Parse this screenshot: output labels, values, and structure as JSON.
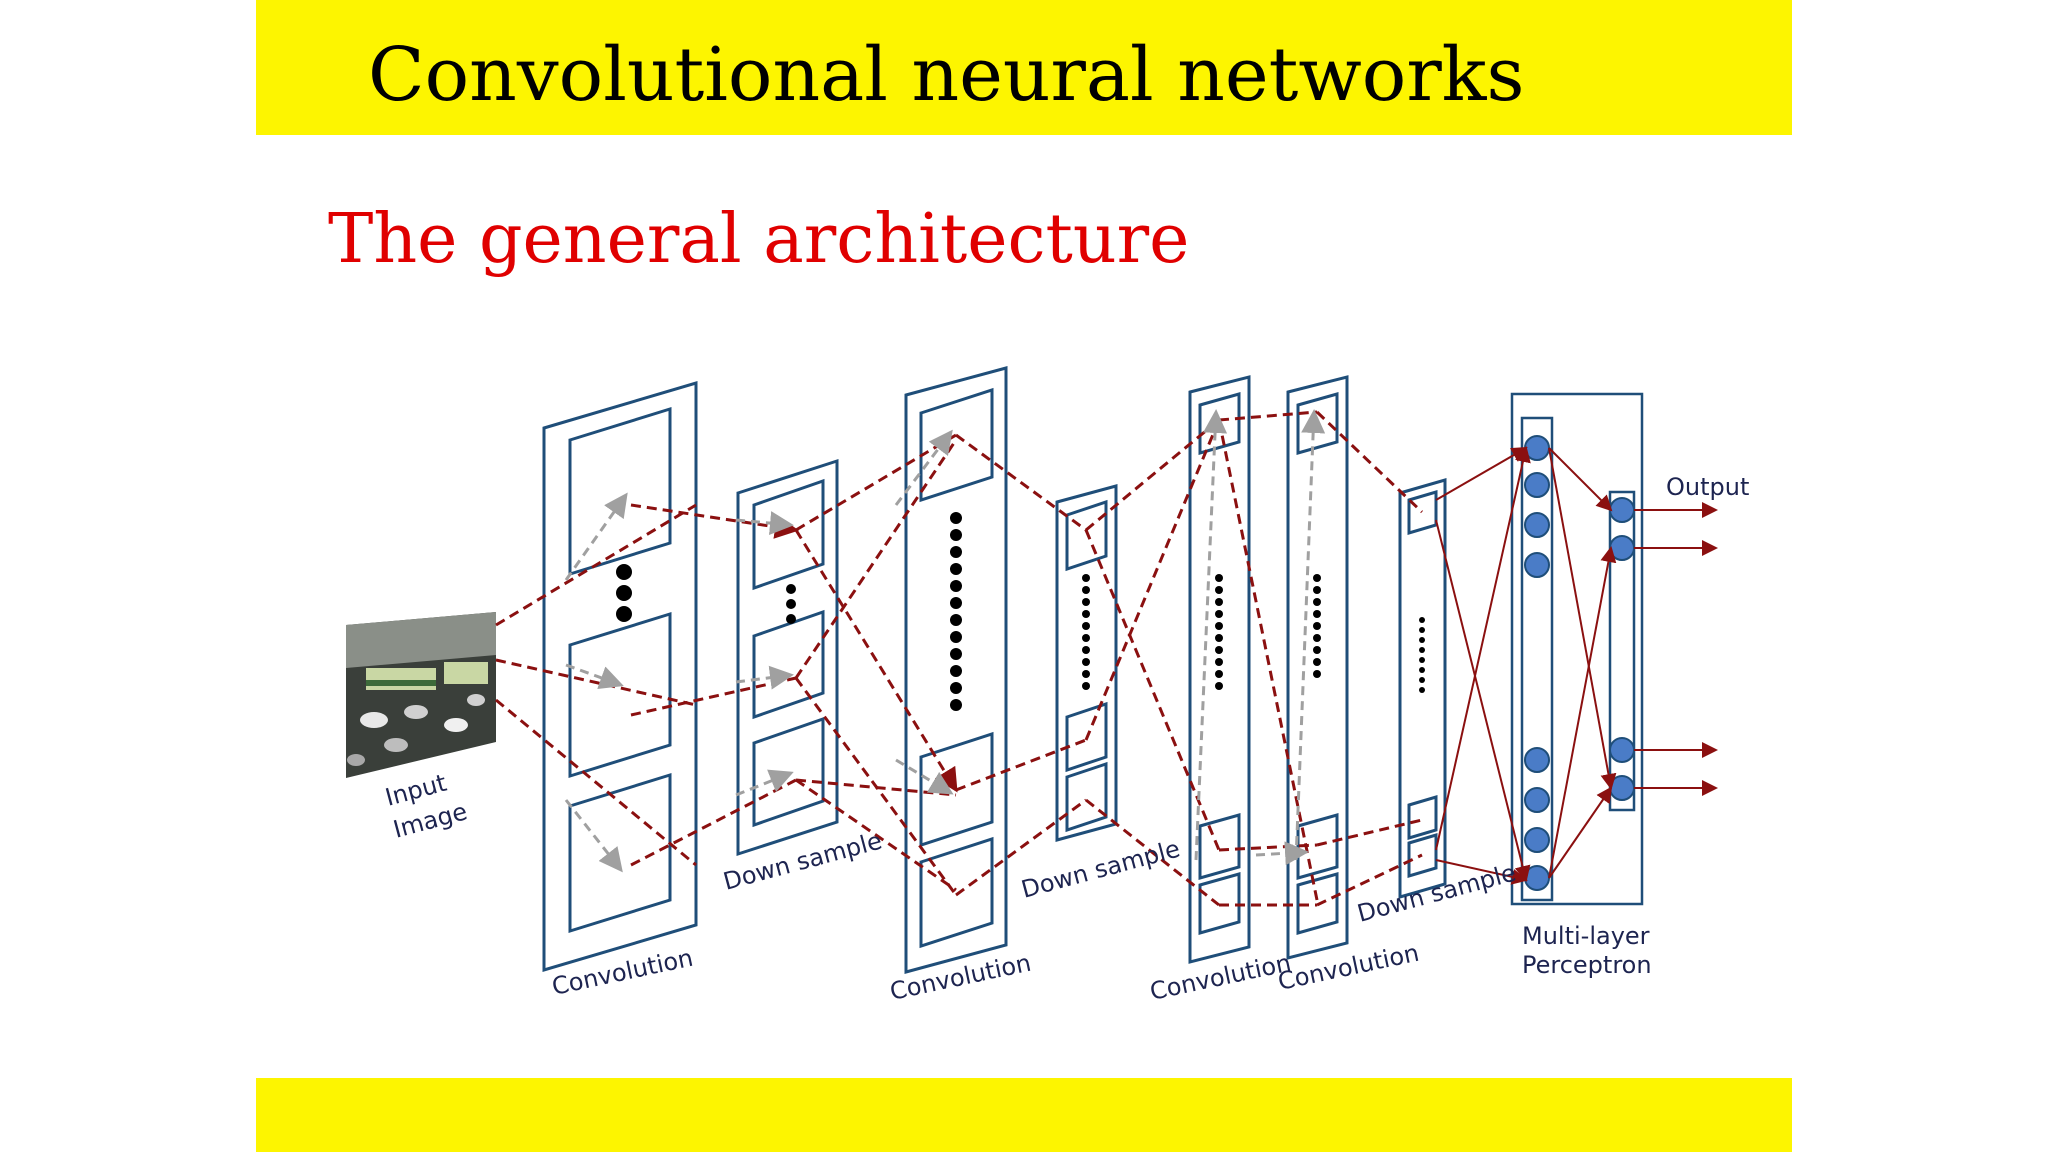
{
  "slide": {
    "title": "Convolutional neural networks",
    "subtitle": "The general architecture"
  },
  "diagram": {
    "labels": {
      "input_line1": "Input",
      "input_line2": "Image",
      "conv1": "Convolution",
      "down1": "Down sample",
      "conv2": "Convolution",
      "down2": "Down sample",
      "conv3": "Convolution",
      "conv4": "Convolution",
      "down3": "Down sample",
      "mlp_line1": "Multi-layer",
      "mlp_line2": "Perceptron",
      "output": "Output"
    }
  },
  "colors": {
    "header_band": "#fdf500",
    "subtitle": "#e00000",
    "layer_outline": "#1f4e79",
    "forward_arrow": "#8b1010",
    "back_arrow": "#a0a0a0",
    "neuron": "#4a7cc7"
  }
}
